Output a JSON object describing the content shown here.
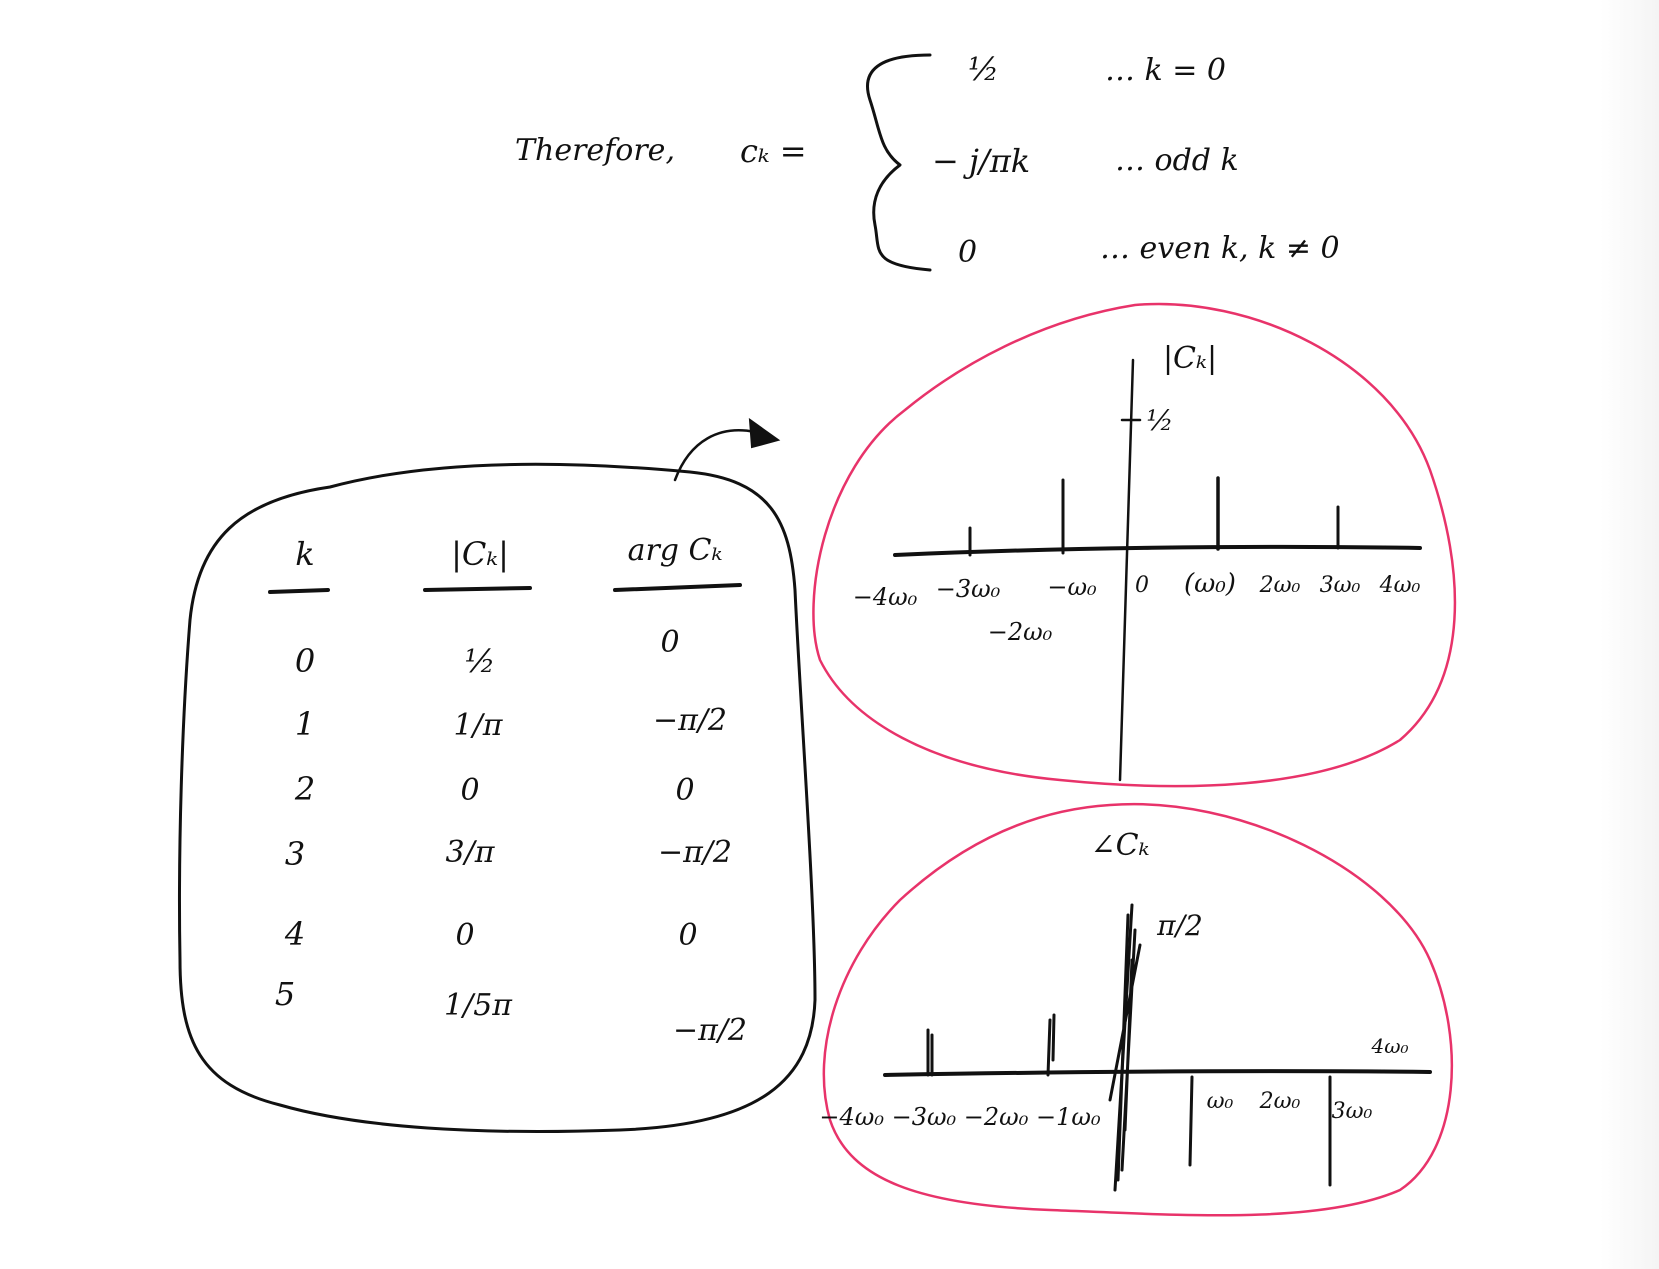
{
  "equation": {
    "lead": "Therefore,",
    "lhs": "cₖ =",
    "cases": [
      {
        "value": "½",
        "condition": "… k = 0"
      },
      {
        "value": "− j/πk",
        "condition": "… odd k"
      },
      {
        "value": "0",
        "condition": "… even k, k ≠ 0"
      }
    ]
  },
  "table": {
    "headers": [
      "k",
      "|Cₖ|",
      "arg Cₖ"
    ],
    "rows": [
      [
        "0",
        "½",
        "0"
      ],
      [
        "1",
        "1/π",
        "−π/2"
      ],
      [
        "2",
        "0",
        "0"
      ],
      [
        "3",
        "3/π",
        "−π/2"
      ],
      [
        "4",
        "0",
        "0"
      ],
      [
        "5",
        "1/5π",
        "−π/2"
      ]
    ]
  },
  "magnitude_plot": {
    "title": "|Cₖ|",
    "ytick": "½",
    "ticks": [
      "−4ω₀",
      "−3ω₀",
      "−ω₀",
      "0",
      "(ω₀)",
      "2ω₀",
      "3ω₀",
      "4ω₀"
    ],
    "tick_below": "−2ω₀"
  },
  "phase_plot": {
    "title": "∠Cₖ",
    "ytick": "π/2",
    "ticks_left": "−4ω₀ −3ω₀ −2ω₀ −1ω₀",
    "ticks_right": [
      "ω₀",
      "2ω₀",
      "3ω₀"
    ],
    "tick_top": "4ω₀"
  },
  "colors": {
    "ink": "#111111",
    "highlight": "#e8336a"
  }
}
